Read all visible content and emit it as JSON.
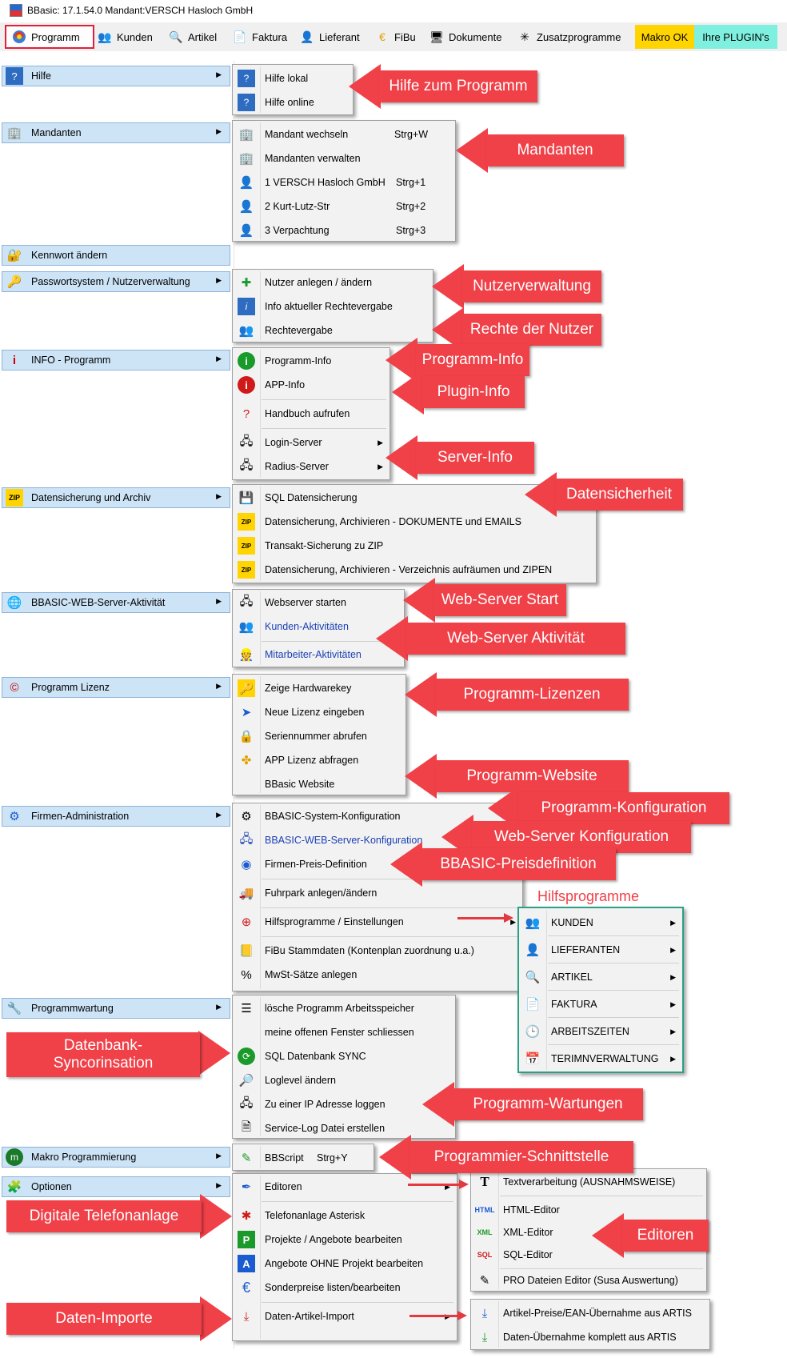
{
  "window": {
    "title": "BBasic: 17.1.54.0 Mandant:VERSCH Hasloch GmbH"
  },
  "menubar": [
    {
      "label": "Programm"
    },
    {
      "label": "Kunden"
    },
    {
      "label": "Artikel"
    },
    {
      "label": "Faktura"
    },
    {
      "label": "Lieferant"
    },
    {
      "label": "FiBu"
    },
    {
      "label": "Dokumente"
    },
    {
      "label": "Zusatzprogramme"
    },
    {
      "label": "Makro OK"
    },
    {
      "label": "Ihre PLUGIN's"
    }
  ],
  "left_menu": [
    {
      "label": "Hilfe"
    },
    {
      "label": "Mandanten"
    },
    {
      "label": "Kennwort ändern"
    },
    {
      "label": "Passwortsystem / Nutzerverwaltung"
    },
    {
      "label": "INFO - Programm"
    },
    {
      "label": "Datensicherung und Archiv"
    },
    {
      "label": "BBASIC-WEB-Server-Aktivität"
    },
    {
      "label": "Programm Lizenz"
    },
    {
      "label": "Firmen-Administration"
    },
    {
      "label": "Programmwartung"
    },
    {
      "label": "Makro Programmierung"
    },
    {
      "label": "Optionen"
    }
  ],
  "submenus": {
    "hilfe": [
      "Hilfe lokal",
      "Hilfe online"
    ],
    "mandanten": [
      {
        "label": "Mandant wechseln",
        "shortcut": "Strg+W"
      },
      {
        "label": "Mandanten verwalten",
        "shortcut": ""
      },
      {
        "label": "1 VERSCH Hasloch GmbH",
        "shortcut": "Strg+1"
      },
      {
        "label": "2 Kurt-Lutz-Str",
        "shortcut": "Strg+2"
      },
      {
        "label": "3 Verpachtung",
        "shortcut": "Strg+3"
      }
    ],
    "nutzer": [
      "Nutzer anlegen / ändern",
      "Info aktueller Rechtevergabe",
      "Rechtevergabe"
    ],
    "info": [
      "Programm-Info",
      "APP-Info",
      "Handbuch aufrufen",
      "Login-Server",
      "Radius-Server"
    ],
    "datensicherung": [
      "SQL Datensicherung",
      "Datensicherung, Archivieren - DOKUMENTE und EMAILS",
      "Transakt-Sicherung zu ZIP",
      "Datensicherung, Archivieren - Verzeichnis aufräumen und ZIPEN"
    ],
    "webserver": [
      "Webserver starten",
      "Kunden-Aktivitäten",
      "Mitarbeiter-Aktivitäten"
    ],
    "lizenz": [
      "Zeige Hardwarekey",
      "Neue Lizenz eingeben",
      "Seriennummer abrufen",
      "APP Lizenz abfragen",
      "BBasic Website"
    ],
    "firmen": [
      "BBASIC-System-Konfiguration",
      "BBASIC-WEB-Server-Konfiguration",
      "Firmen-Preis-Definition",
      "Fuhrpark anlegen/ändern",
      "Hilfsprogramme / Einstellungen",
      "FiBu Stammdaten (Kontenplan zuordnung u.a.)",
      "MwSt-Sätze anlegen"
    ],
    "hilfsprogramme": [
      "KUNDEN",
      "LIEFERANTEN",
      "ARTIKEL",
      "FAKTURA",
      "ARBEITSZEITEN",
      "TERIMNVERWALTUNG"
    ],
    "wartung": [
      "lösche Programm Arbeitsspeicher",
      "meine offenen Fenster schliessen",
      "SQL Datenbank SYNC",
      "Loglevel ändern",
      "Zu einer IP Adresse loggen",
      "Service-Log Datei erstellen"
    ],
    "makro": {
      "label": "BBScript",
      "shortcut": "Strg+Y"
    },
    "optionen": [
      "Editoren",
      "Telefonanlage Asterisk",
      "Projekte / Angebote bearbeiten",
      "Angebote OHNE Projekt bearbeiten",
      "Sonderpreise listen/bearbeiten",
      "Daten-Artikel-Import"
    ],
    "editoren": [
      "Textverarbeitung (AUSNAHMSWEISE)",
      "HTML-Editor",
      "XML-Editor",
      "SQL-Editor",
      "PRO Dateien Editor (Susa  Auswertung)"
    ],
    "import": [
      "Artikel-Preise/EAN-Übernahme aus ARTIS",
      "Daten-Übernahme komplett aus ARTIS"
    ]
  },
  "callouts": {
    "hilfe": "Hilfe zum Programm",
    "mandanten": "Mandanten",
    "nutzerverwaltung": "Nutzerverwaltung",
    "rechte": "Rechte der Nutzer",
    "programm_info": "Programm-Info",
    "plugin_info": "Plugin-Info",
    "server_info": "Server-Info",
    "datensicherheit": "Datensicherheit",
    "web_start": "Web-Server Start",
    "web_aktiv": "Web-Server Aktivität",
    "lizenzen": "Programm-Lizenzen",
    "website": "Programm-Website",
    "konfig": "Programm-Konfiguration",
    "web_konfig": "Web-Server Konfiguration",
    "preis": "BBASIC-Preisdefinition",
    "hilfsprogramme_title": "Hilfsprogramme",
    "datenbank_line1": "Datenbank-",
    "datenbank_line2": "Syncorinsation",
    "wartungen": "Programm-Wartungen",
    "schnittstelle": "Programmier-Schnittstelle",
    "telefon": "Digitale Telefonanlage",
    "editoren": "Editoren",
    "importe": "Daten-Importe"
  },
  "colors": {
    "callout": "#f04048",
    "menu_highlight": "#cde4f7",
    "makro_bg": "#ffd400",
    "plugin_bg": "#7ff0e0",
    "hilfs_border": "#2aa085"
  }
}
